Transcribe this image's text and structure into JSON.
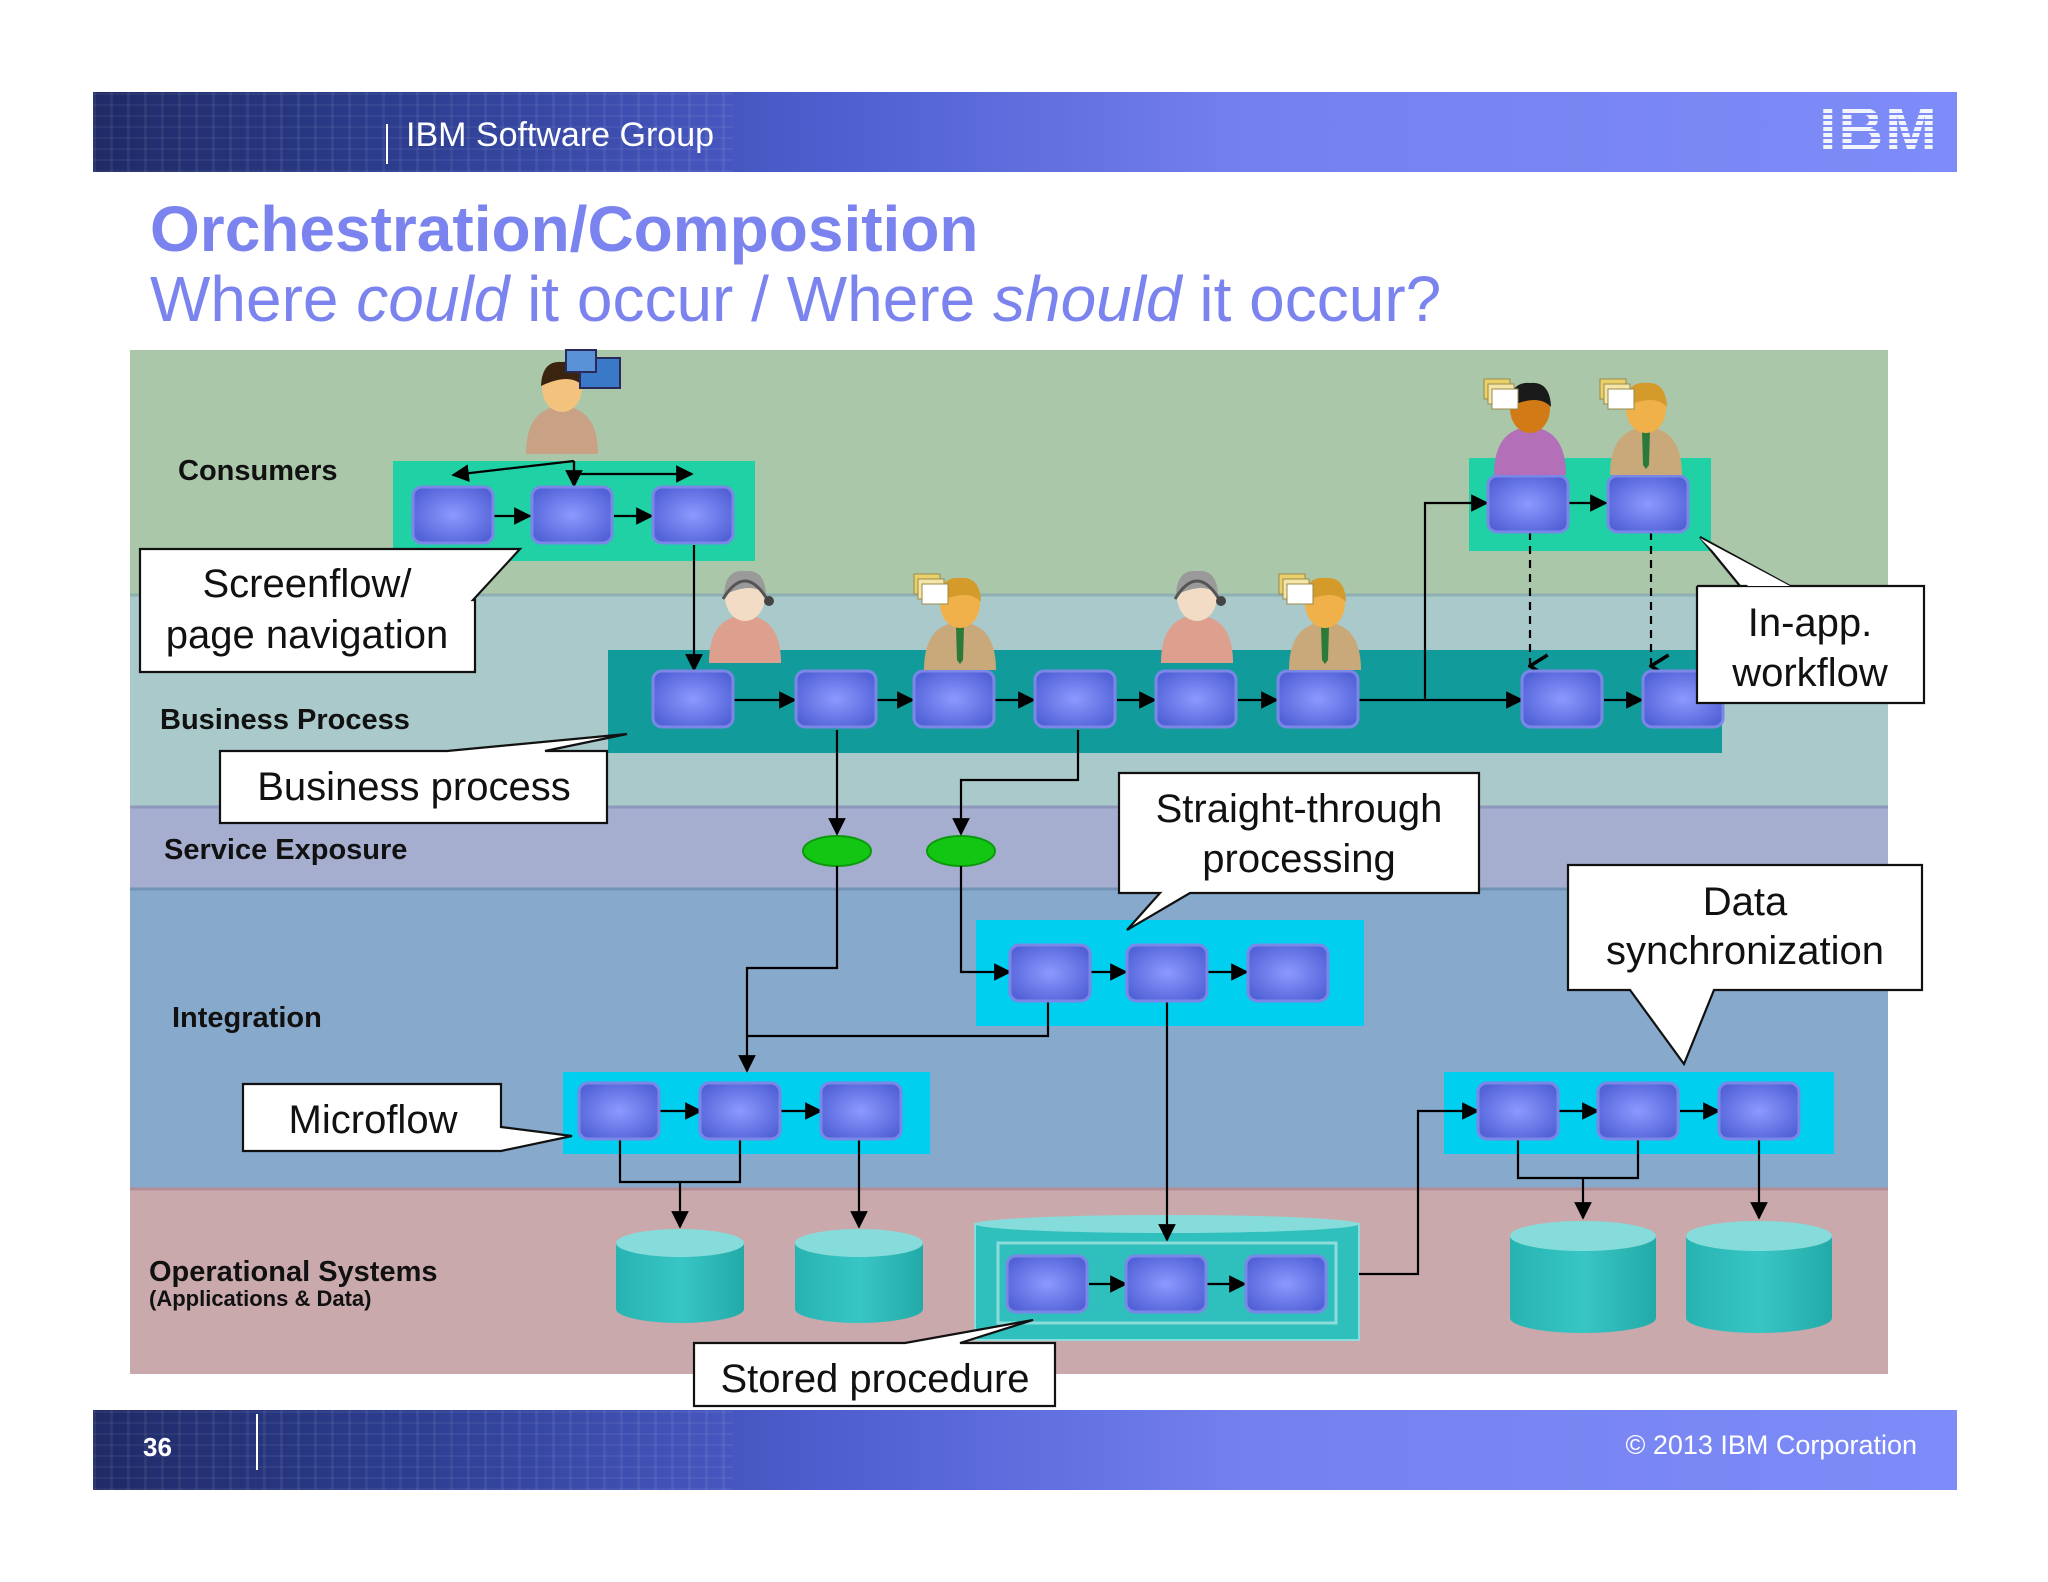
{
  "header": {
    "group_name": "IBM Software Group",
    "logo": "IBM"
  },
  "title": {
    "line1": "Orchestration/Composition",
    "line2_part1": "Where ",
    "line2_italic1": "could",
    "line2_part2": " it occur / Where ",
    "line2_italic2": "should",
    "line2_part3": " it occur?"
  },
  "layers": {
    "consumers": "Consumers",
    "business_process": "Business Process",
    "service_exposure": "Service Exposure",
    "integration": "Integration",
    "operational_systems": "Operational Systems",
    "operational_systems_sub": "(Applications & Data)"
  },
  "callouts": {
    "screenflow_line1": "Screenflow/",
    "screenflow_line2": "page navigation",
    "business_process": "Business process",
    "in_app_line1": "In-app.",
    "in_app_line2": "workflow",
    "stp_line1": "Straight-through",
    "stp_line2": "processing",
    "data_sync_line1": "Data",
    "data_sync_line2": "synchronization",
    "microflow": "Microflow",
    "stored_procedure": "Stored procedure"
  },
  "footer": {
    "page_number": "36",
    "copyright": "© 2013 IBM Corporation"
  },
  "colors": {
    "title": "#7b83ee",
    "consumers_layer": "#abc7aa",
    "business_process_layer": "#a9c9cb",
    "service_exposure_layer": "#a6aed0",
    "integration_layer": "#87a9cb",
    "operational_layer": "#caa9ad",
    "consumer_container": "#1fd1a5",
    "process_container": "#119b9b",
    "integration_container": "#00cfef",
    "database": "#2fbfbd",
    "service_node": "#14c614",
    "process_box": "#6c7be6"
  }
}
